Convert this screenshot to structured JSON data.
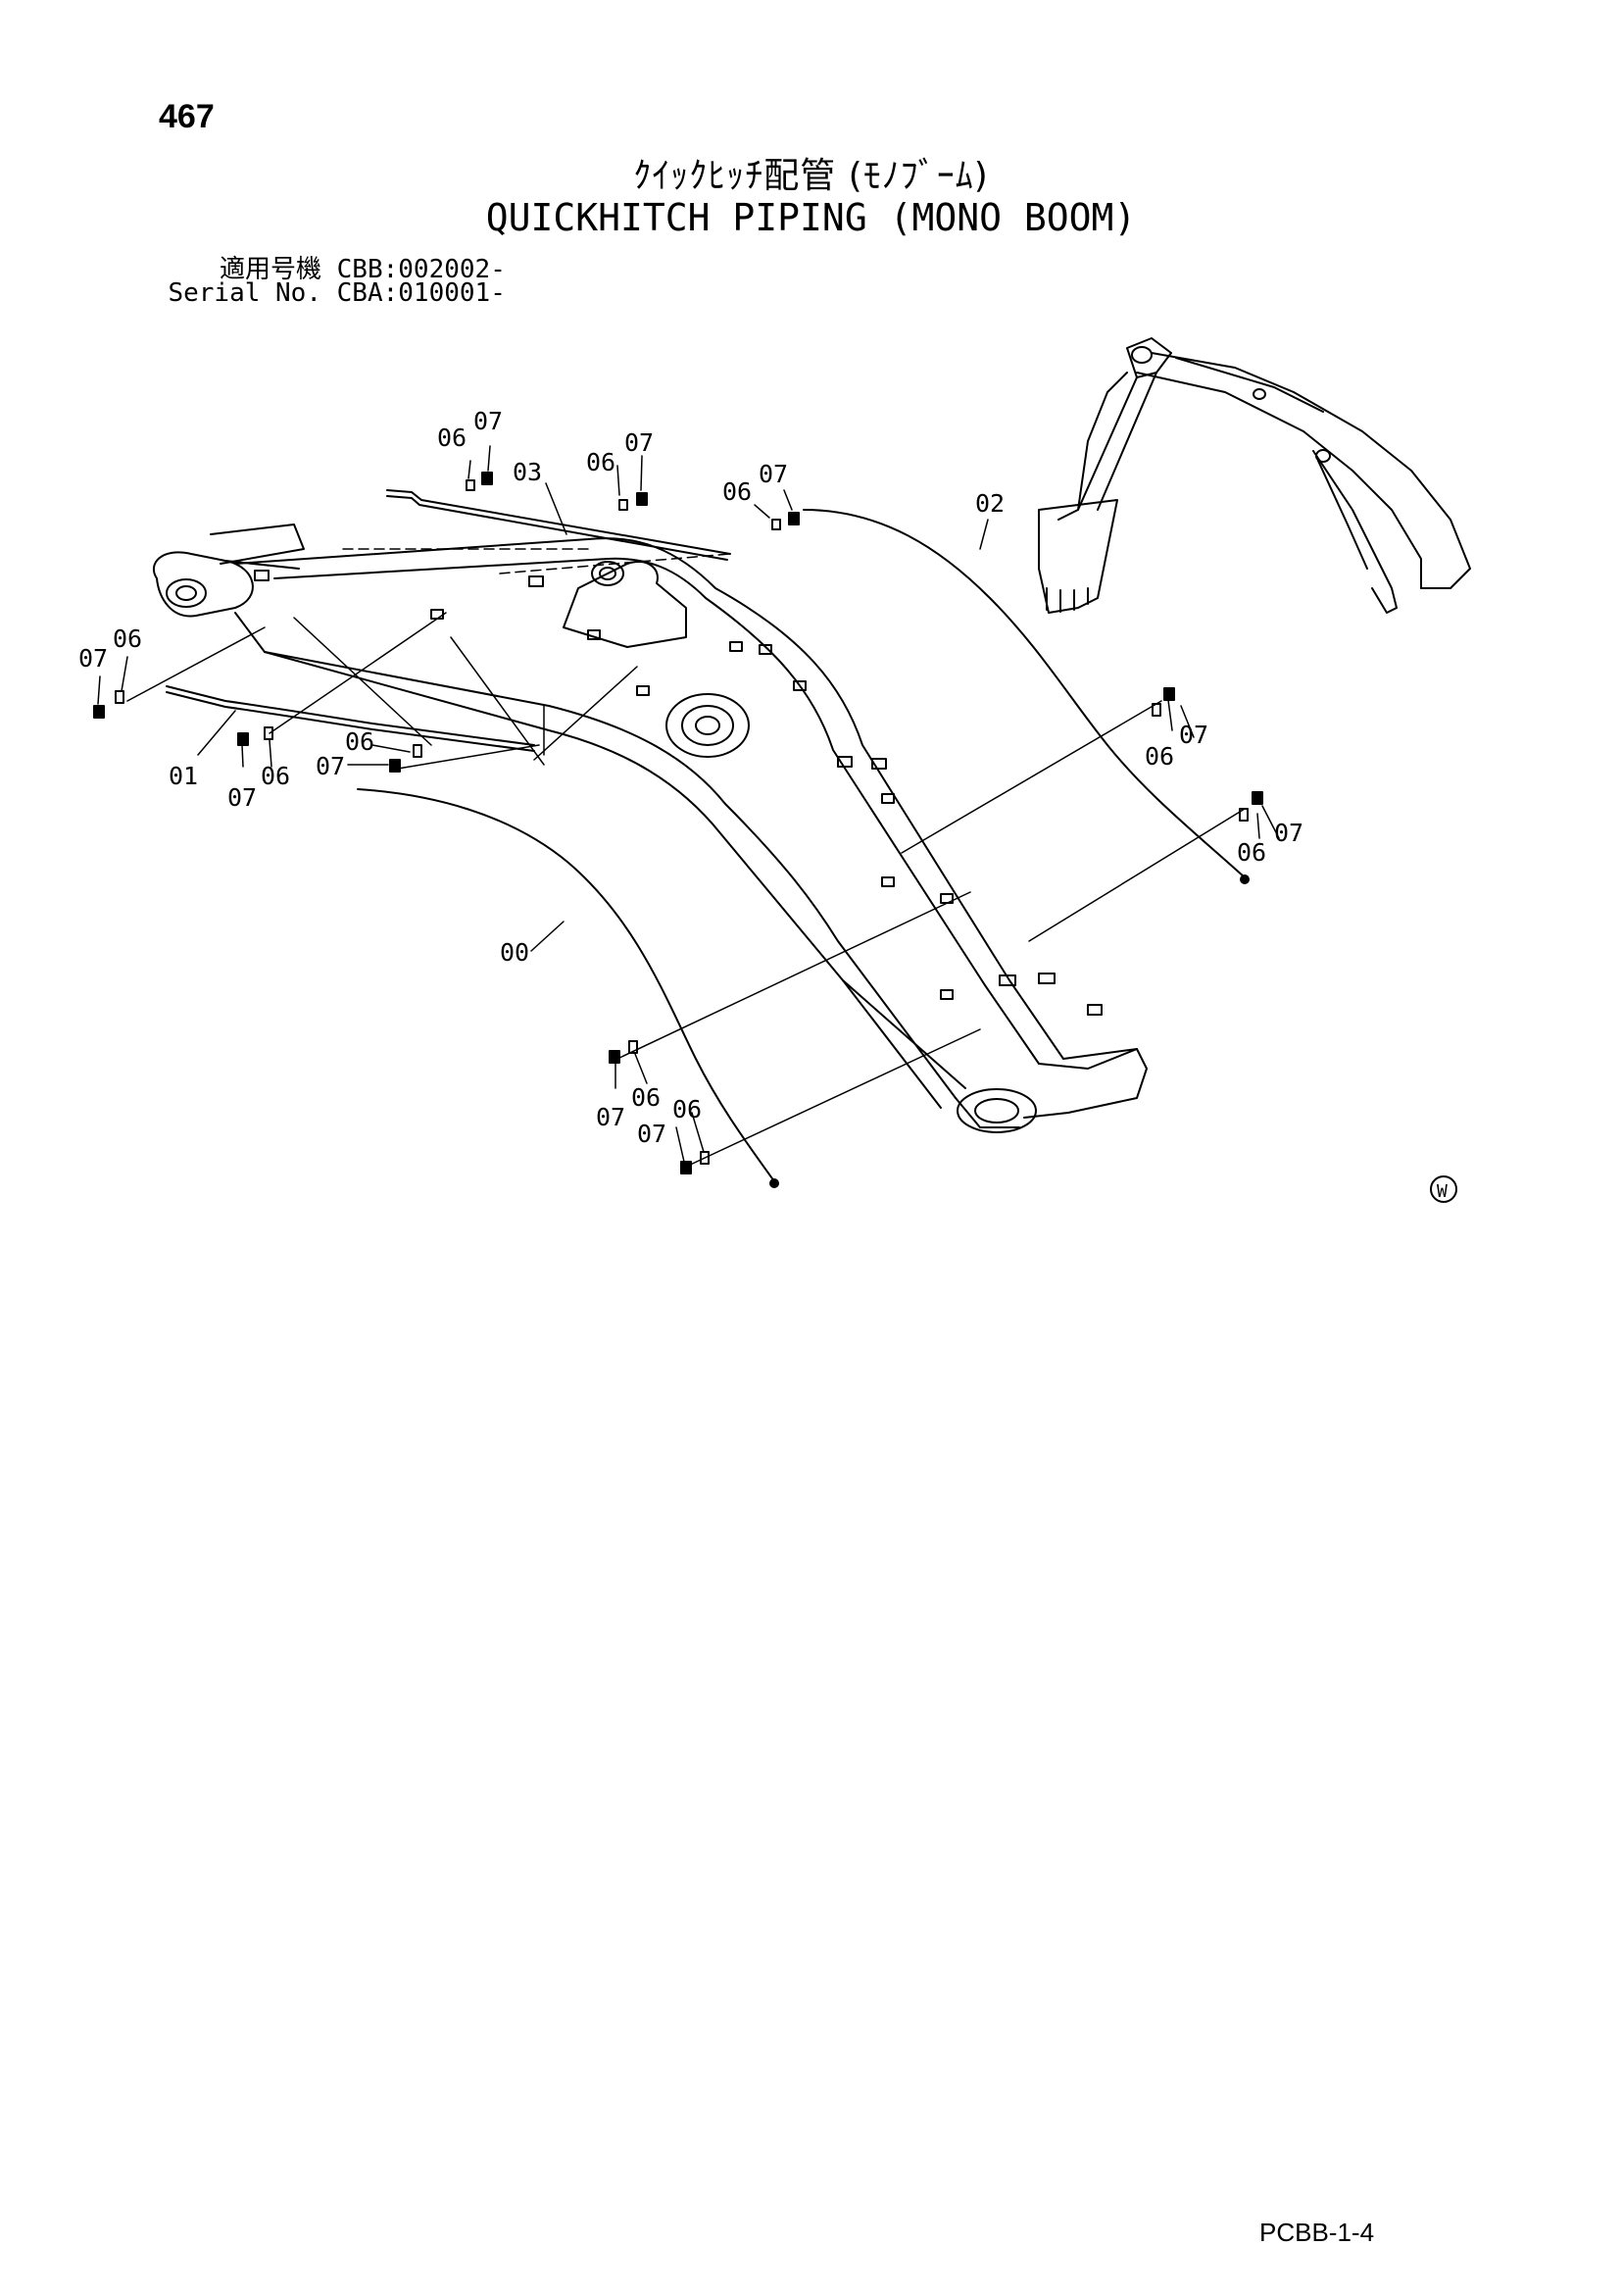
{
  "page_number": "467",
  "title_ja": "ｸｲｯｸﾋｯﾁ配管 (ﾓﾉﾌﾞｰﾑ)",
  "title_en": "QUICKHITCH PIPING (MONO BOOM)",
  "serial": [
    {
      "label": "適用号機",
      "value": "CBB:002002-"
    },
    {
      "label": "Serial No.",
      "value": "CBA:010001-"
    }
  ],
  "watermark_symbol": "W",
  "footer_code": "PCBB-1-4",
  "callouts": {
    "c1": "07",
    "c2": "06",
    "c3": "03",
    "c4": "06",
    "c5": "07",
    "c6": "06",
    "c7": "07",
    "c8": "02",
    "c9": "07",
    "c10": "06",
    "c11": "01",
    "c12": "07",
    "c13": "06",
    "c14": "06",
    "c15": "07",
    "c16": "07",
    "c17": "06",
    "c18": "06",
    "c19": "07",
    "c20": "00",
    "c21": "07",
    "c22": "06",
    "c23": "07",
    "c24": "06"
  }
}
